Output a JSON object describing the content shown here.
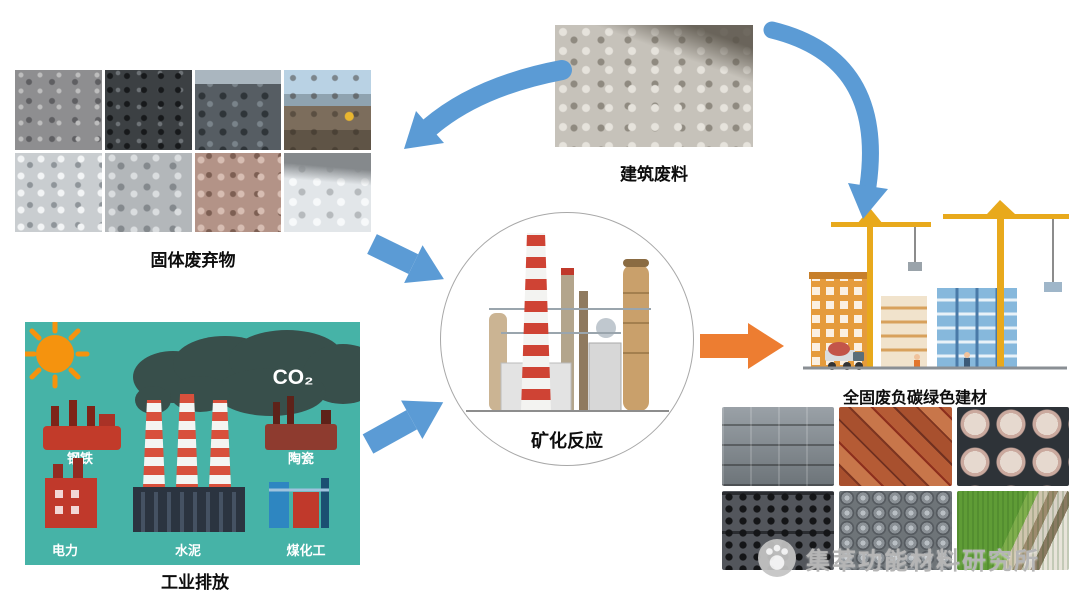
{
  "diagram": {
    "solid_waste": {
      "label": "固体废弃物"
    },
    "construction_waste": {
      "label": "建筑废料"
    },
    "mineralization": {
      "label": "矿化反应"
    },
    "industrial_emissions": {
      "label": "工业排放",
      "co2": "CO₂",
      "sectors": {
        "steel": "钢铁",
        "power": "电力",
        "cement": "水泥",
        "ceramics": "陶瓷",
        "coal_chemical": "煤化工"
      }
    },
    "green_materials": {
      "label": "全固废负碳绿色建材"
    },
    "watermark": {
      "text": "集萃功能材料研究所"
    },
    "colors": {
      "arrow_blue": "#5B9BD5",
      "arrow_orange": "#ED7D31",
      "emissions_background": "#46B3A7",
      "chimney_red": "#CF4334"
    }
  }
}
